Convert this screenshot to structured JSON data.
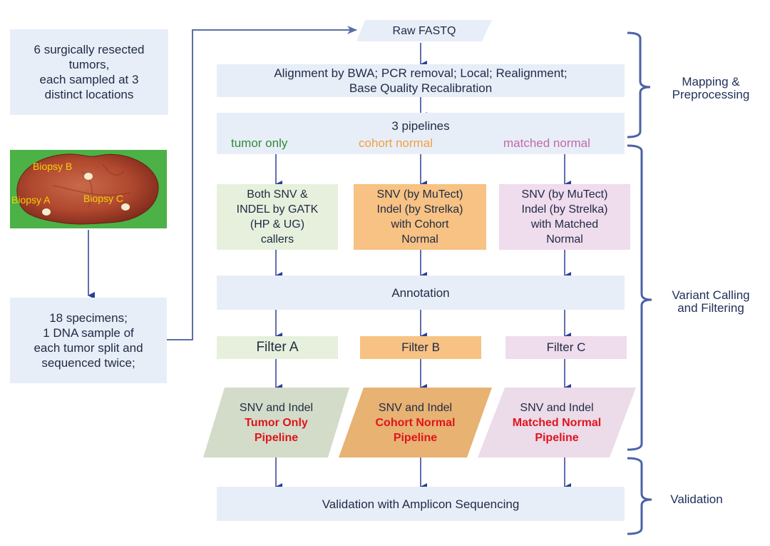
{
  "left_column": {
    "tumors_box": "6 surgically resected\ntumors,\neach sampled at 3\ndistinct locations",
    "tumor_image": {
      "labels": [
        "Biopsy B",
        "Biopsy A",
        "Biopsy C"
      ]
    },
    "specimens_box": "18 specimens;\n1 DNA sample of\neach tumor split and\nsequenced twice;"
  },
  "flow": {
    "raw_fastq": "Raw FASTQ",
    "alignment": "Alignment by BWA; PCR removal; Local; Realignment;\nBase Quality Recalibration",
    "pipelines_title": "3 pipelines",
    "pipelines": [
      {
        "name": "tumor only",
        "color": "#2e8b3a"
      },
      {
        "name": "cohort normal",
        "color": "#f0a040"
      },
      {
        "name": "matched normal",
        "color": "#c06aa8"
      }
    ],
    "callers": [
      {
        "text": "Both SNV &\nINDEL by GATK\n(HP & UG)\ncallers",
        "color": "#e6f0dc"
      },
      {
        "text": "SNV (by MuTect)\nIndel (by Strelka)\nwith Cohort\nNormal",
        "color": "#f7c283"
      },
      {
        "text": "SNV (by MuTect)\nIndel (by Strelka)\nwith Matched\nNormal",
        "color": "#efdcec"
      }
    ],
    "annotation": "Annotation",
    "filters": [
      {
        "text": "Filter A",
        "color": "#e6f0dc"
      },
      {
        "text": "Filter B",
        "color": "#f7c283"
      },
      {
        "text": "Filter C",
        "color": "#efdcec"
      }
    ],
    "outputs": [
      {
        "line1": "SNV and Indel",
        "line2": "Tumor Only",
        "line3": "Pipeline",
        "color": "#d3dcc8"
      },
      {
        "line1": "SNV and Indel",
        "line2": "Cohort Normal",
        "line3": "Pipeline",
        "color": "#e7b272"
      },
      {
        "line1": "SNV and Indel",
        "line2": "Matched Normal",
        "line3": "Pipeline",
        "color": "#ecdbe8"
      }
    ],
    "validation": "Validation with Amplicon Sequencing"
  },
  "stages": [
    "Mapping &\nPreprocessing",
    "Variant Calling\nand Filtering",
    "Validation"
  ],
  "colors": {
    "arrow": "#2c3f94",
    "bracket": "#4a62a6",
    "box": "#e8eef8",
    "tissue_bg": "#4cb146",
    "biopsy_label": "#f5d000"
  }
}
